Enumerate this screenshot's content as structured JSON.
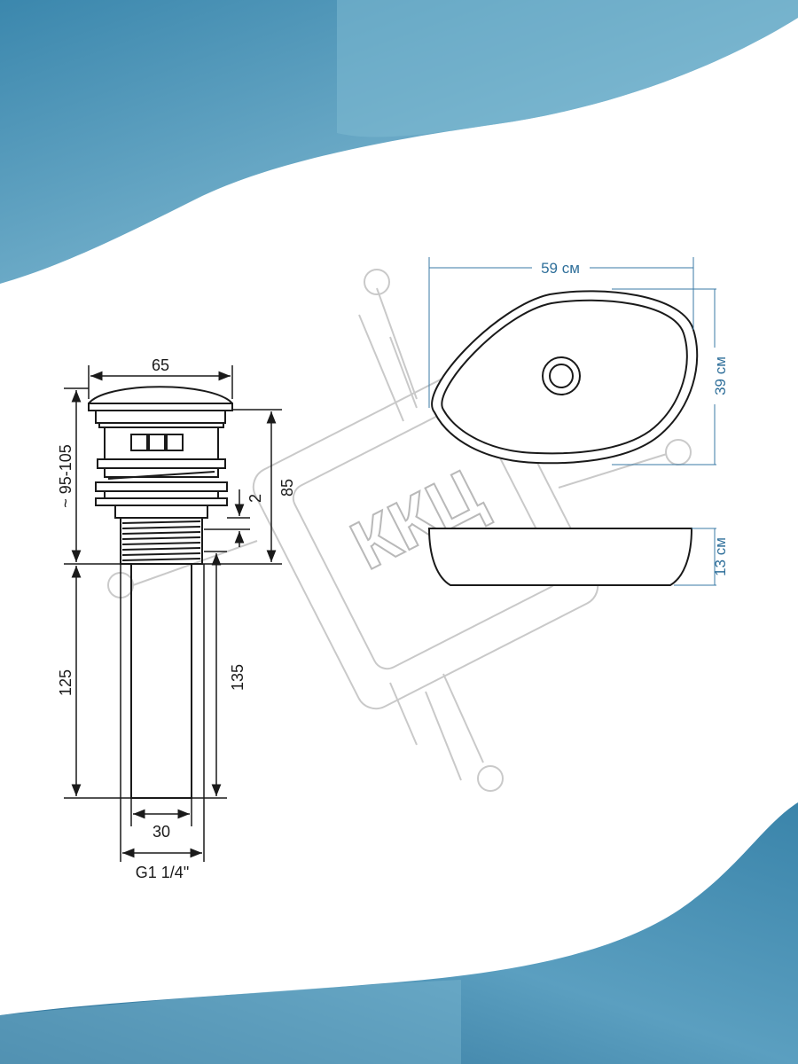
{
  "colors": {
    "wave_dark": "#2b6f96",
    "wave_light": "#8fc3d8",
    "drawing_line": "#1a1a1a",
    "basin_dim": "#2f6f9a",
    "watermark": "#b9b9b9"
  },
  "watermark": {
    "text": "ККЦ"
  },
  "drain": {
    "cap_width": "65",
    "total_height": "~ 95-105",
    "body_height": "85",
    "flange": "2",
    "pipe_length": "125",
    "pipe_length_outer": "135",
    "pipe_diameter": "30",
    "thread": "G1 1/4\""
  },
  "basin": {
    "width": "59 см",
    "depth": "39 см",
    "height": "13 см"
  }
}
